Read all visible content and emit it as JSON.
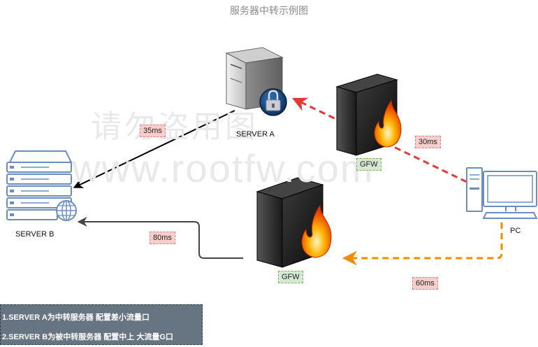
{
  "title": "服务器中转示例图",
  "watermark": {
    "line1": "请勿盗用图",
    "line2": "www.rootfw.com"
  },
  "nodes": {
    "server_a": {
      "label": "SERVER A",
      "icon": "server-tower-lock-icon"
    },
    "server_b": {
      "label": "SERVER B",
      "icon": "server-rack-globe-icon"
    },
    "pc": {
      "label": "PC",
      "icon": "desktop-pc-icon"
    },
    "gfw_top": {
      "label": "GFW",
      "icon": "firewall-icon"
    },
    "gfw_bottom": {
      "label": "GFW",
      "icon": "firewall-icon"
    }
  },
  "edges": {
    "a_to_b": {
      "latency": "35ms",
      "color": "#000000",
      "style": "solid"
    },
    "pc_to_a": {
      "latency": "30ms",
      "color": "#e53935",
      "style": "dashed"
    },
    "pc_to_gfw": {
      "latency": "60ms",
      "color": "#f08c00",
      "style": "dashed"
    },
    "gfw_to_b": {
      "latency": "80ms",
      "color": "#444444",
      "style": "solid"
    }
  },
  "notes": {
    "line1": "1.SERVER A为中转服务器 配置差小流量口",
    "line2": "2.SERVER B为被中转服务器 配置中上  大流量G口"
  }
}
